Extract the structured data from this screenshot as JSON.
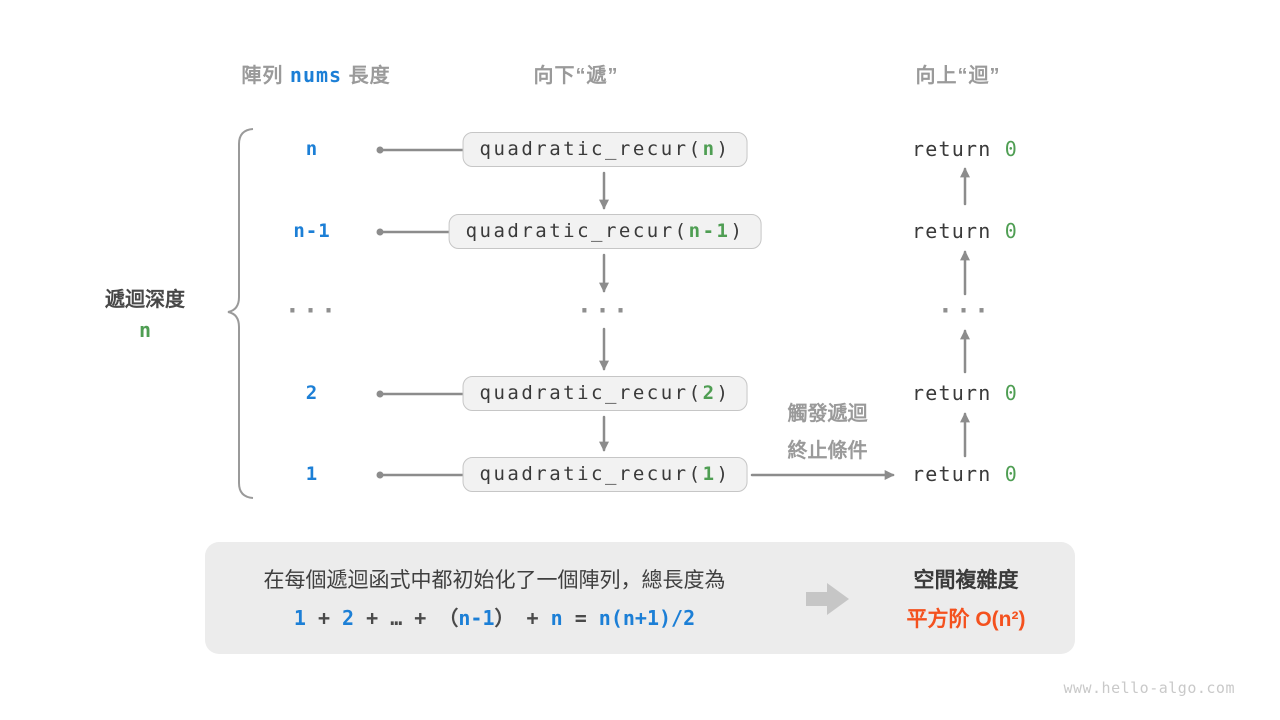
{
  "colors": {
    "accent_blue": "#1c7fd6",
    "accent_green": "#4f9e53",
    "accent_orange": "#f4511e",
    "muted_gray": "#9a9a9a",
    "line_gray": "#8c8c8c",
    "box_fill": "#f2f2f2",
    "panel_fill": "#ececec",
    "text_dark": "#3a3a3a"
  },
  "headers": {
    "array_length": {
      "prefix": "陣列 ",
      "code": "nums",
      "suffix": " 長度"
    },
    "descend": "向下“遞”",
    "ascend": "向上“迴”"
  },
  "depth_label": {
    "text": "遞迴深度",
    "value": "n"
  },
  "rows": [
    {
      "label": "n",
      "call_prefix": "quadratic_recur(",
      "call_arg": "n",
      "call_suffix": ")",
      "ret_keyword": "return ",
      "ret_value": "0"
    },
    {
      "label": "n-1",
      "call_prefix": "quadratic_recur(",
      "call_arg": "n-1",
      "call_suffix": ")",
      "ret_keyword": "return ",
      "ret_value": "0"
    },
    {
      "dots": "···"
    },
    {
      "label": "2",
      "call_prefix": "quadratic_recur(",
      "call_arg": "2",
      "call_suffix": ")",
      "ret_keyword": "return ",
      "ret_value": "0"
    },
    {
      "label": "1",
      "call_prefix": "quadratic_recur(",
      "call_arg": "1",
      "call_suffix": ")",
      "ret_keyword": "return ",
      "ret_value": "0"
    }
  ],
  "base_case_note": {
    "line1": "觸發遞迴",
    "line2": "終止條件"
  },
  "summary": {
    "sentence": "在每個遞迴函式中都初始化了一個陣列，總長度為",
    "formula": {
      "n1": "1",
      "op1": " + ",
      "n2": "2",
      "op2": " + ",
      "dots": "…",
      "op3": " + ",
      "lp": "（",
      "n3": "n-1",
      "rp": "）",
      "op4": " + ",
      "n4": "n",
      "eq": " = ",
      "result": "n(n+1)/2"
    },
    "conclusion": {
      "title": "空間複雜度",
      "value": "平方阶 O(n²)"
    }
  },
  "watermark": "www.hello-algo.com"
}
